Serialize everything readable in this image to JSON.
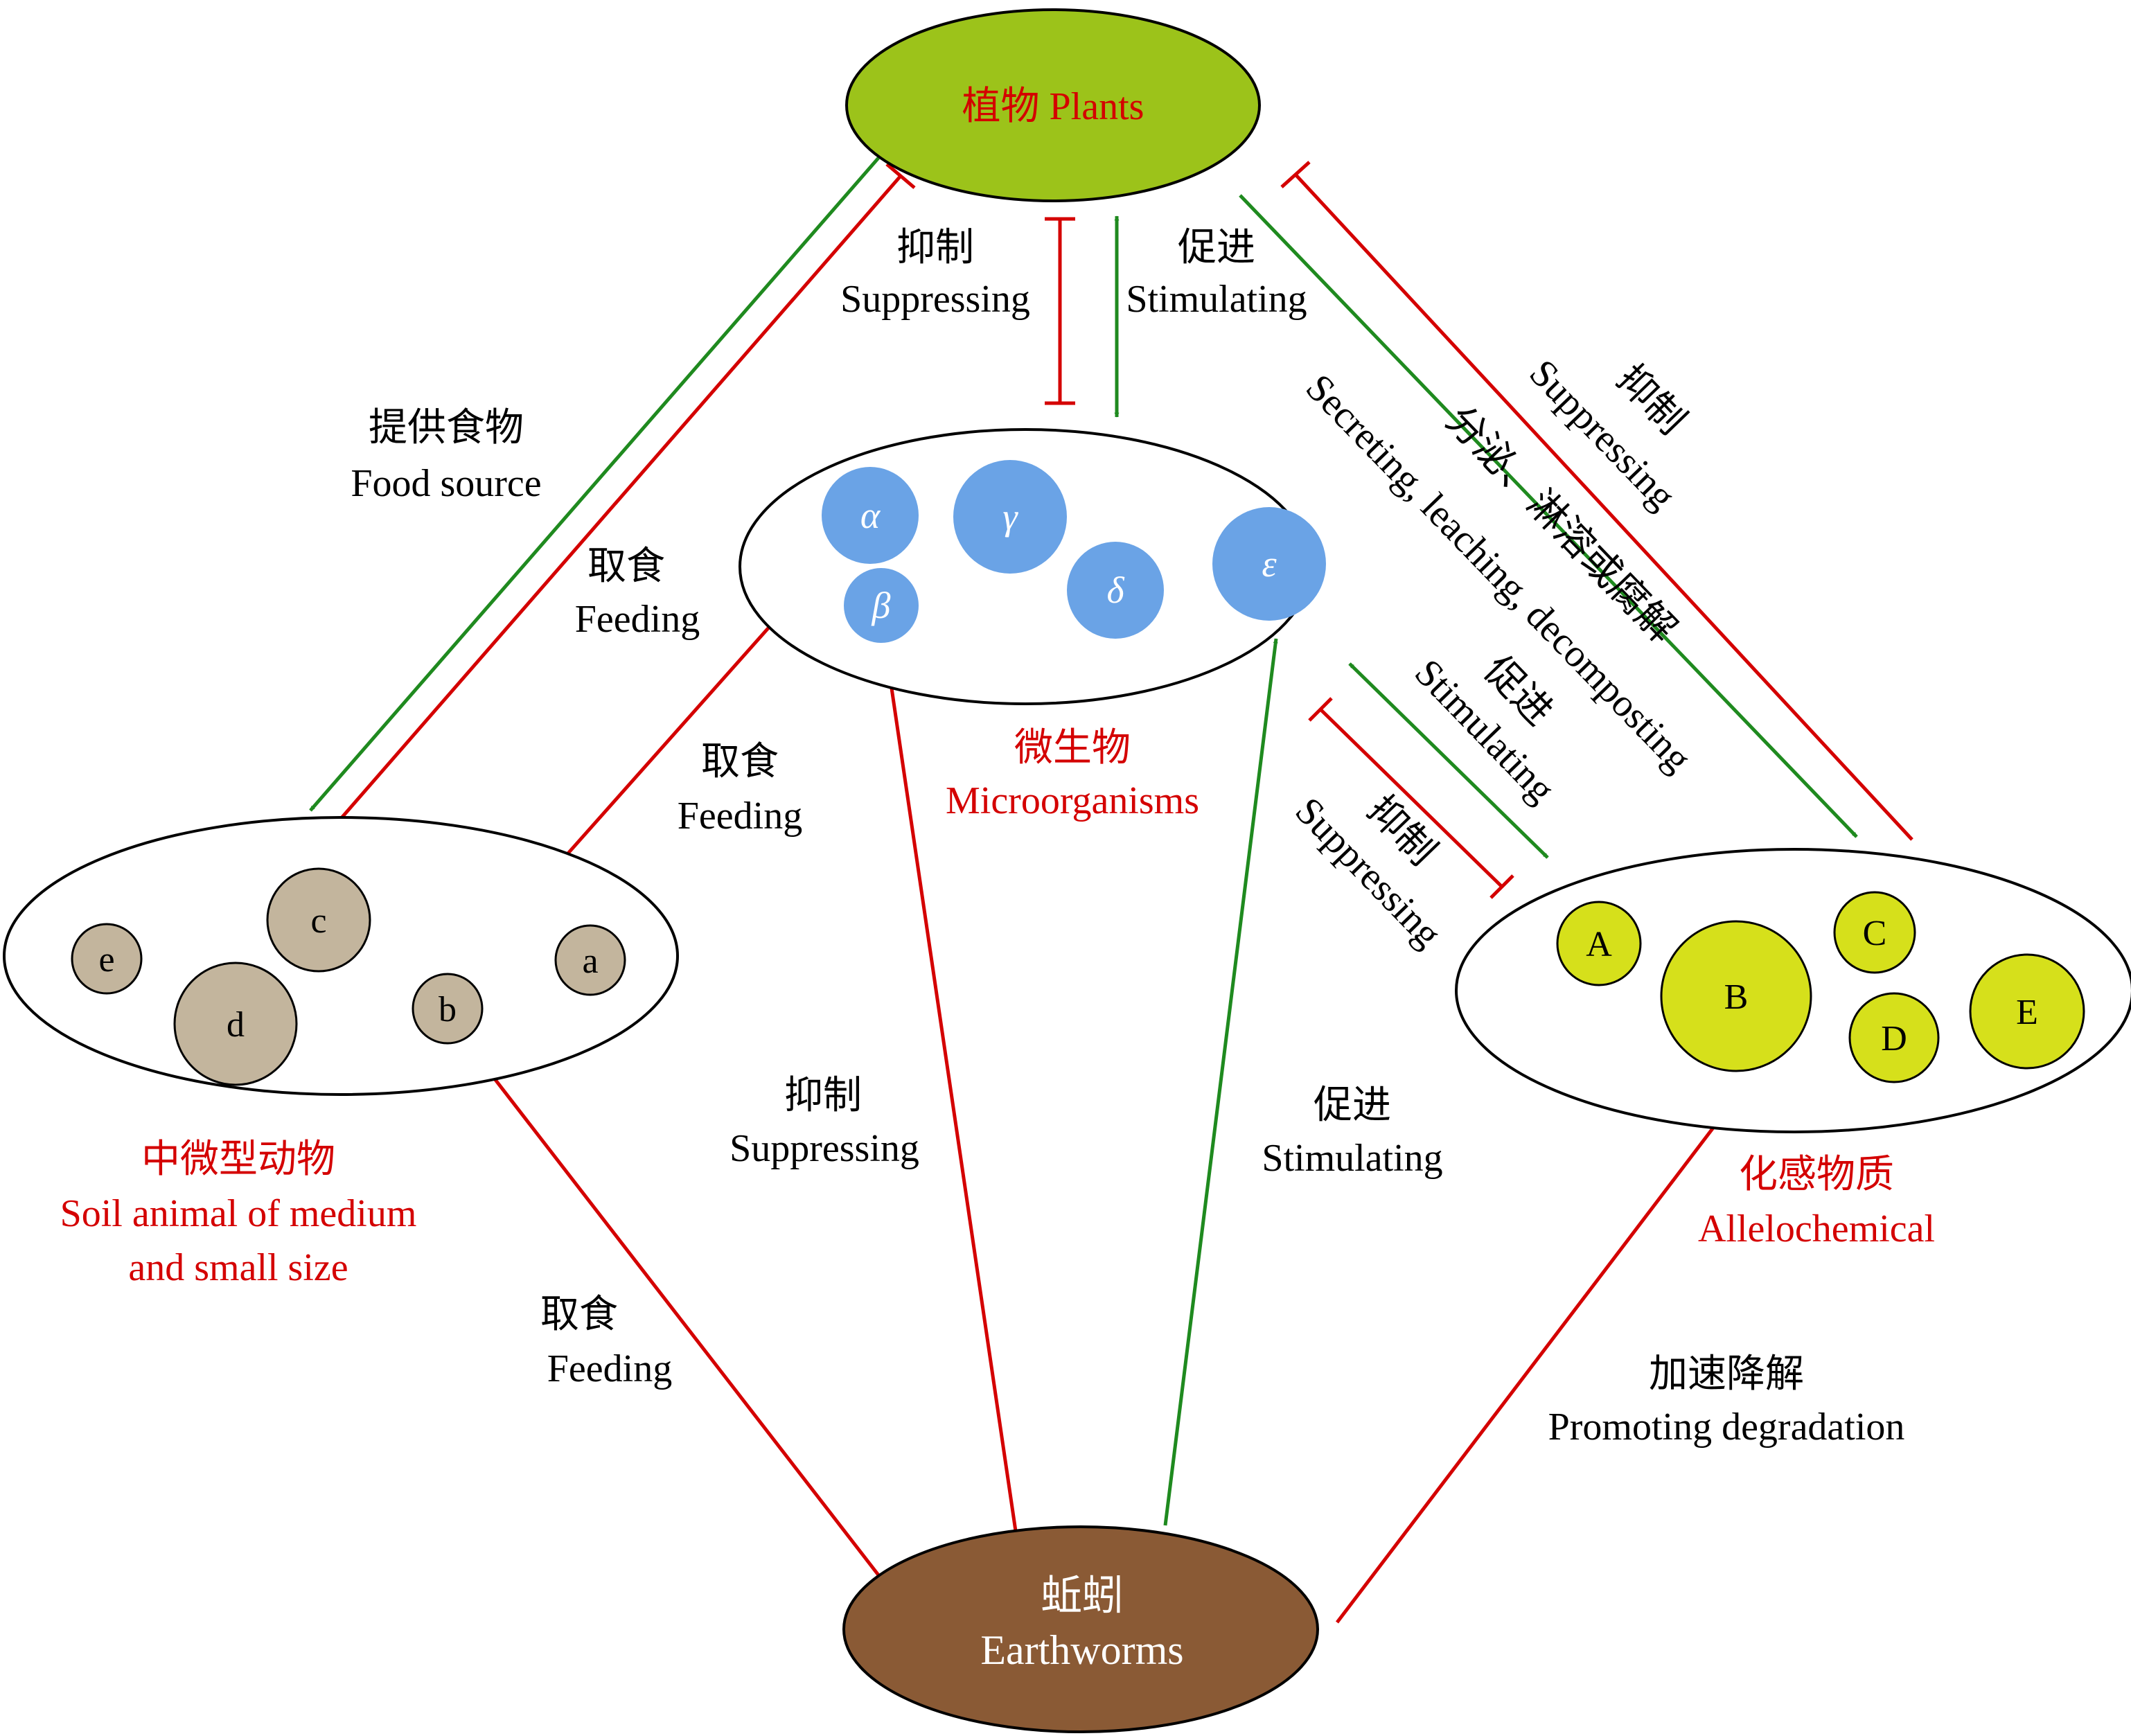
{
  "colors": {
    "red": "#d40000",
    "green": "#1f8a1f",
    "plants_fill": "#9cc31a",
    "microbe_fill": "#6aa3e6",
    "animal_fill": "#c3b59d",
    "allelo_fill": "#d6e01b",
    "earthworm_fill": "#8a5a35"
  },
  "nodes": {
    "plants": "植物 Plants",
    "microorganisms_cn": "微生物",
    "microorganisms_en": "Microorganisms",
    "soil_animal_cn": "中微型动物",
    "soil_animal_en1": "Soil animal of medium",
    "soil_animal_en2": "and small size",
    "allelochemical_cn": "化感物质",
    "allelochemical_en": "Allelochemical",
    "earthworms_cn": "蚯蚓",
    "earthworms_en": "Earthworms"
  },
  "microbes": [
    "α",
    "β",
    "γ",
    "δ",
    "ε"
  ],
  "animals": [
    "a",
    "b",
    "c",
    "d",
    "e"
  ],
  "allelochemicals": [
    "A",
    "B",
    "C",
    "D",
    "E"
  ],
  "relations": {
    "suppress_top_cn": "抑制",
    "suppress_top_en": "Suppressing",
    "stimulate_top_cn": "促进",
    "stimulate_top_en": "Stimulating",
    "food_source_cn": "提供食物",
    "food_source_en": "Food source",
    "feeding_left_cn": "取食",
    "feeding_left_en": "Feeding",
    "feeding_mid_cn": "取食",
    "feeding_mid_en": "Feeding",
    "secreting_cn": "分泌、淋溶或腐解",
    "secreting_en": "Secreting, leaching, decomposting",
    "suppress_right_cn": "抑制",
    "suppress_right_en": "Suppressing",
    "stimulate_right_cn": "促进",
    "stimulate_right_en": "Stimulating",
    "suppress_right2_cn": "抑制",
    "suppress_right2_en": "Suppressing",
    "feeding_bottom_cn": "取食",
    "feeding_bottom_en": "Feeding",
    "suppress_bottom_cn": "抑制",
    "suppress_bottom_en": "Suppressing",
    "stimulate_bottom_cn": "促进",
    "stimulate_bottom_en": "Stimulating",
    "degrade_cn": "加速降解",
    "degrade_en": "Promoting degradation"
  }
}
